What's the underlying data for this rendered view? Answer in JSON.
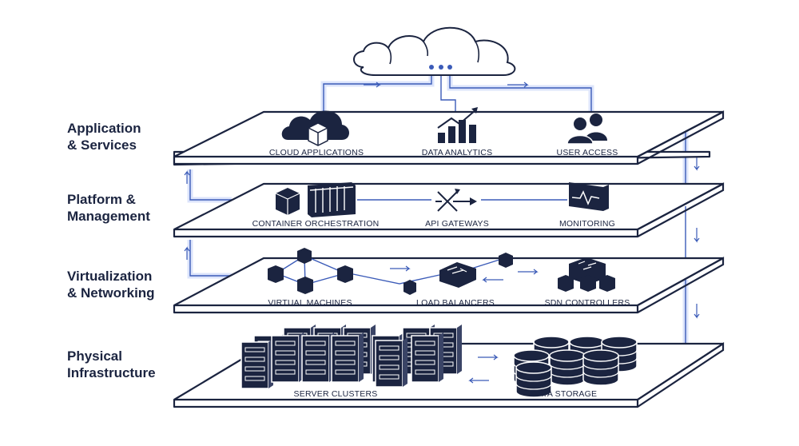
{
  "layers": [
    {
      "label_line1": "Application",
      "label_line2": "& Services",
      "components": [
        "CLOUD APPLICATIONS",
        "DATA ANALYTICS",
        "USER ACCESS"
      ]
    },
    {
      "label_line1": "Platform &",
      "label_line2": "Management",
      "components": [
        "CONTAINER ORCHESTRATION",
        "API GATEWAYS",
        "MONITORING"
      ]
    },
    {
      "label_line1": "Virtualization",
      "label_line2": "& Networking",
      "components": [
        "VIRTUAL MACHINES",
        "LOAD BALANCERS",
        "SDN CONTROLLERS"
      ]
    },
    {
      "label_line1": "Physical",
      "label_line2": "Infrastructure",
      "components": [
        "SERVER CLUSTERS",
        "DATA STORAGE"
      ]
    }
  ],
  "colors": {
    "ink": "#1b2440",
    "connector": "#3b5bb8",
    "glow": "#9bb2f3"
  }
}
